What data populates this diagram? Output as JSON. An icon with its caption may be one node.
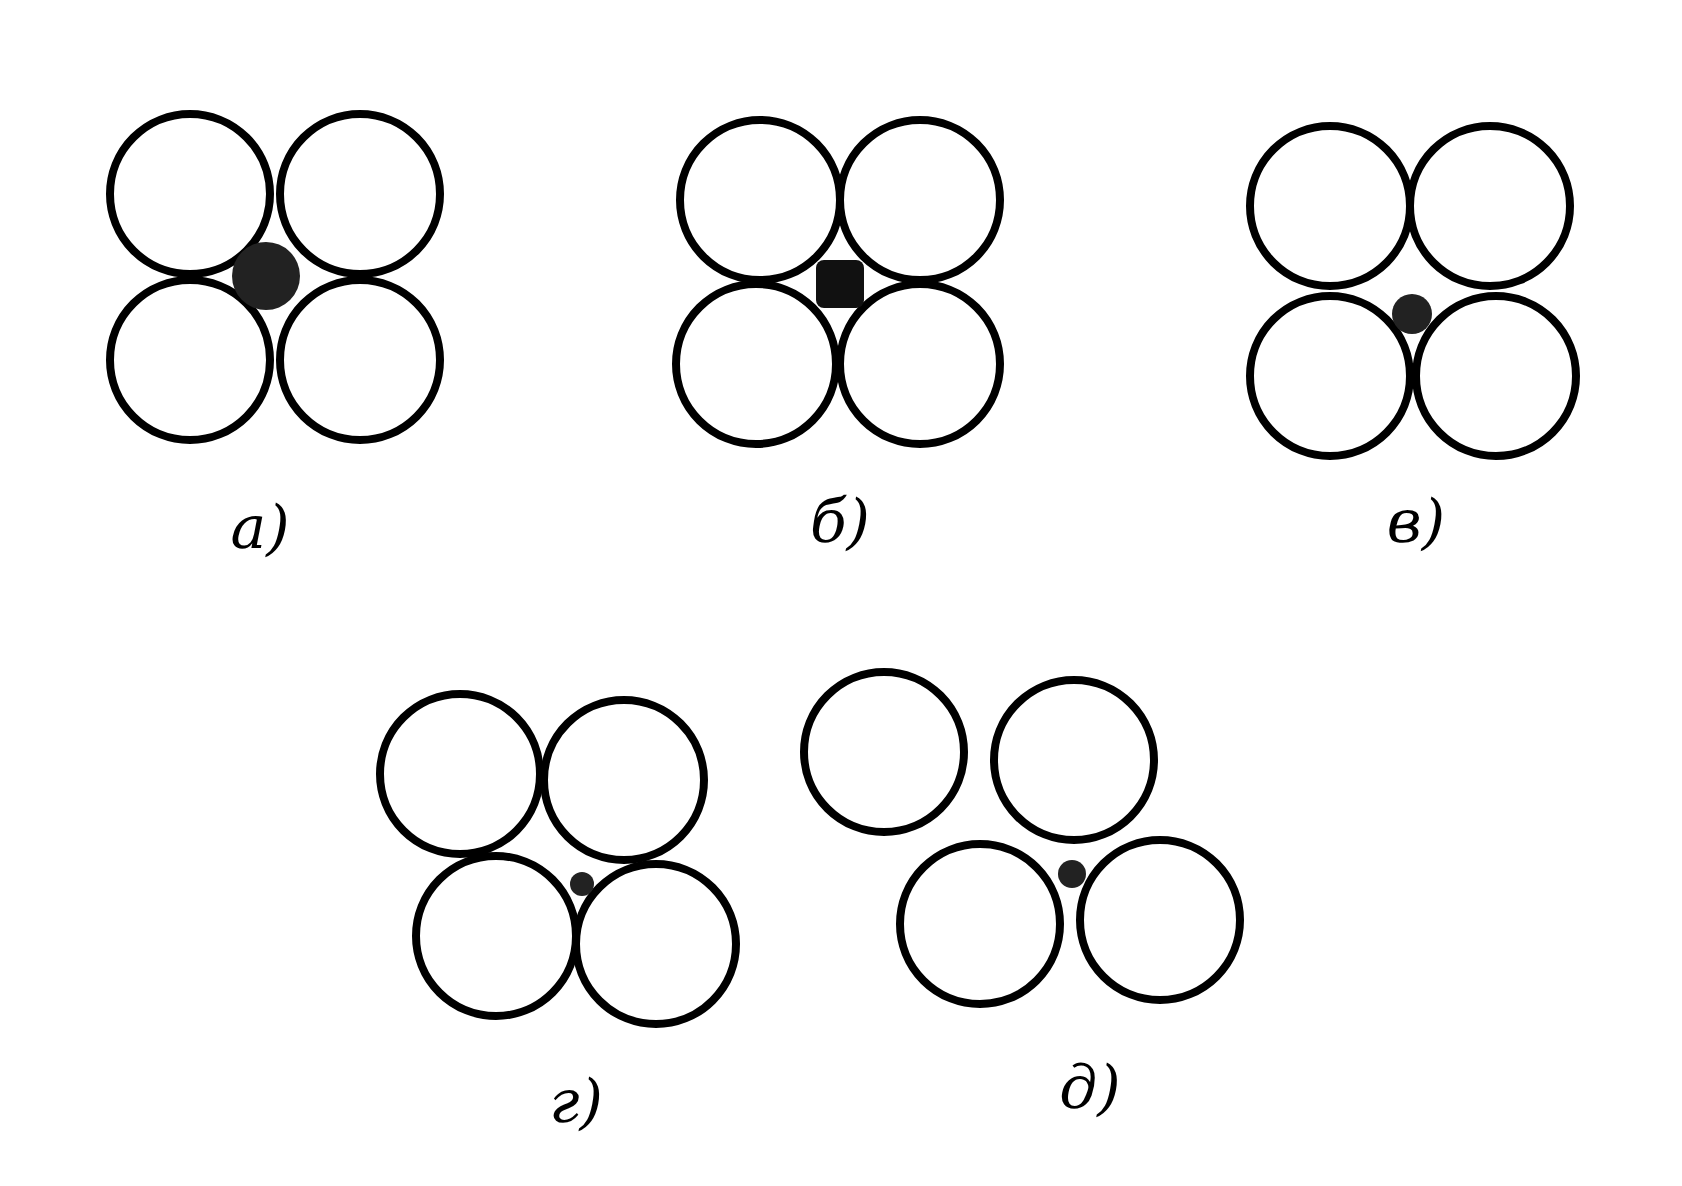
{
  "diagram": {
    "labels": [
      "а)",
      "б)",
      "в)",
      "г)",
      "д)"
    ]
  }
}
